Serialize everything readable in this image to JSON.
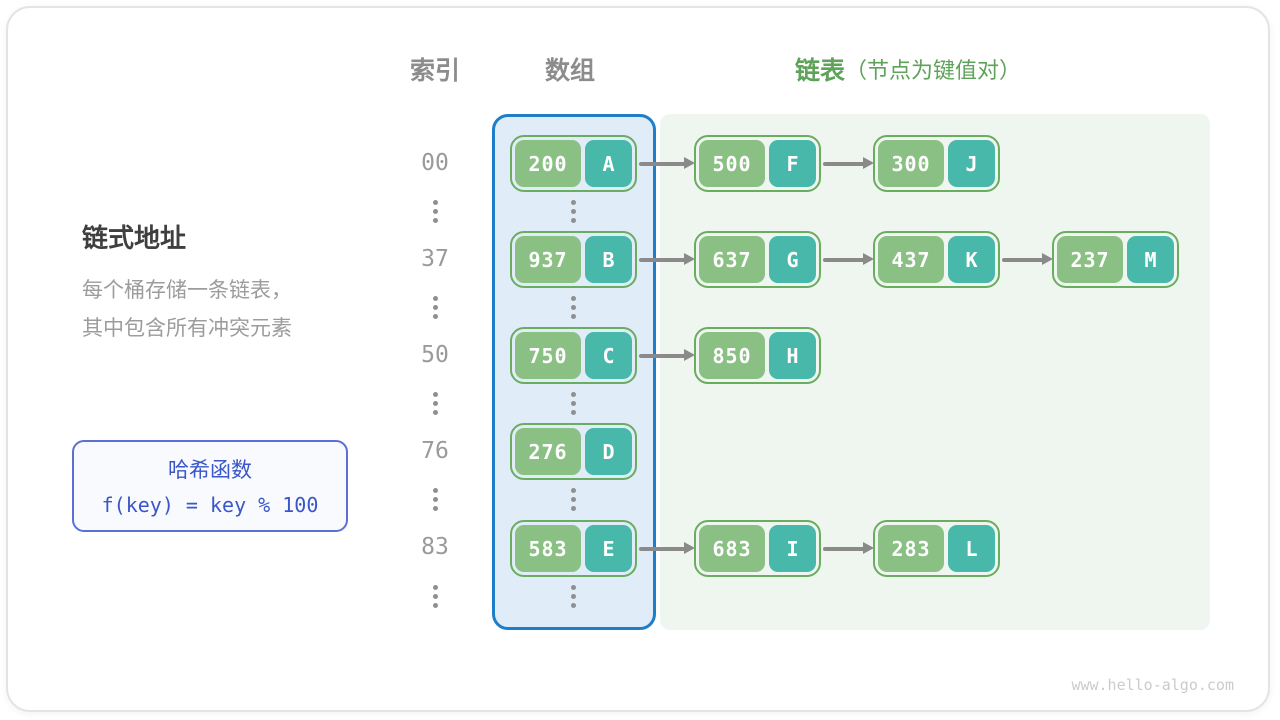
{
  "headers": {
    "index": "索引",
    "array": "数组",
    "list": "链表",
    "list_note": "（节点为键值对）"
  },
  "left_panel": {
    "title": "链式地址",
    "desc_line1": "每个桶存储一条链表，",
    "desc_line2": "其中包含所有冲突元素"
  },
  "hash_function_box": {
    "title": "哈希函数",
    "formula": "f(key) = key % 100"
  },
  "rows": [
    {
      "index": "00",
      "bucket": {
        "key": "200",
        "value": "A"
      },
      "chain": [
        {
          "key": "500",
          "value": "F"
        },
        {
          "key": "300",
          "value": "J"
        }
      ]
    },
    {
      "index": "37",
      "bucket": {
        "key": "937",
        "value": "B"
      },
      "chain": [
        {
          "key": "637",
          "value": "G"
        },
        {
          "key": "437",
          "value": "K"
        },
        {
          "key": "237",
          "value": "M"
        }
      ]
    },
    {
      "index": "50",
      "bucket": {
        "key": "750",
        "value": "C"
      },
      "chain": [
        {
          "key": "850",
          "value": "H"
        }
      ]
    },
    {
      "index": "76",
      "bucket": {
        "key": "276",
        "value": "D"
      },
      "chain": []
    },
    {
      "index": "83",
      "bucket": {
        "key": "583",
        "value": "E"
      },
      "chain": [
        {
          "key": "683",
          "value": "I"
        },
        {
          "key": "283",
          "value": "L"
        }
      ]
    }
  ],
  "watermark": "www.hello-algo.com",
  "colors": {
    "bucket_key_fill": "#8BC084",
    "bucket_value_fill": "#48B8AB",
    "node_border": "#6BAD60",
    "array_column_border": "#1E7EC8",
    "array_column_fill": "#E0EDF8",
    "list_region_fill": "#EFF6EF",
    "hash_box_border": "#5B6FD5",
    "hash_box_text": "#3A56C8",
    "header_green": "#5FA35A",
    "header_gray": "#8C8C8C",
    "arrow_gray": "#8A8A8A",
    "index_text_gray": "#9A9A9A"
  }
}
